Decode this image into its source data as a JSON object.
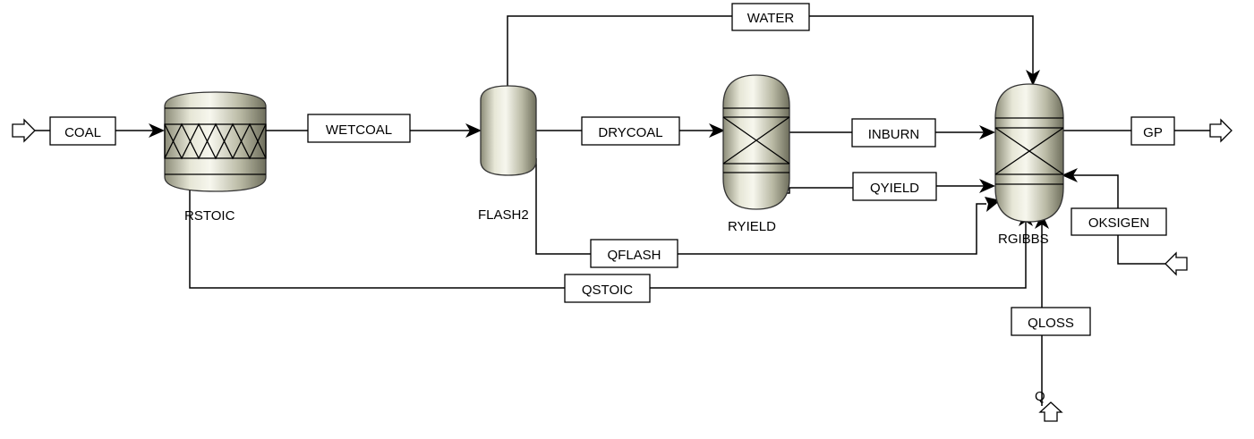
{
  "blocks": {
    "rstoic": "RSTOIC",
    "flash2": "FLASH2",
    "ryield": "RYIELD",
    "rgibbs": "RGIBBS"
  },
  "streams": {
    "coal": "COAL",
    "wetcoal": "WETCOAL",
    "water": "WATER",
    "drycoal": "DRYCOAL",
    "inburn": "INBURN",
    "qyield": "QYIELD",
    "gp": "GP",
    "oksigen": "OKSIGEN",
    "qflash": "QFLASH",
    "qstoic": "QSTOIC",
    "qloss": "QLOSS",
    "q": "Q"
  }
}
